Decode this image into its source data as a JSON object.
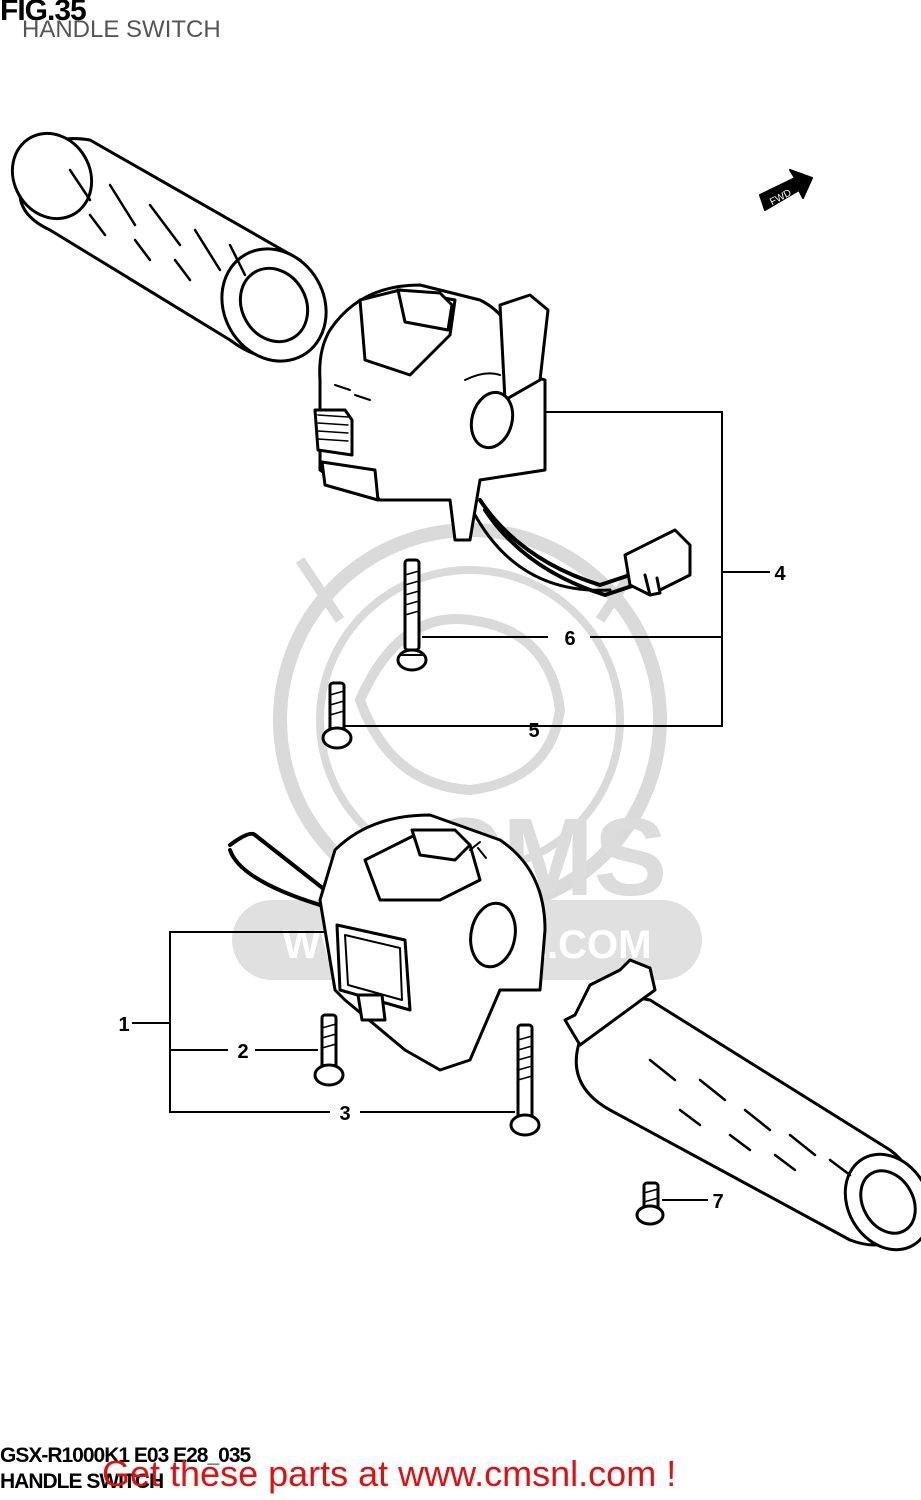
{
  "figure": {
    "number": "FIG.35",
    "title": "HANDLE SWITCH"
  },
  "fwd_label": "FWD",
  "watermark": {
    "brand": "CMS",
    "url": "WWW.CMSNL.COM"
  },
  "callouts": [
    {
      "id": "1",
      "label": "1"
    },
    {
      "id": "2",
      "label": "2"
    },
    {
      "id": "3",
      "label": "3"
    },
    {
      "id": "4",
      "label": "4"
    },
    {
      "id": "5",
      "label": "5"
    },
    {
      "id": "6",
      "label": "6"
    },
    {
      "id": "7",
      "label": "7"
    }
  ],
  "footer": {
    "model_code": "GSX-R1000K1 E03 E28_035",
    "model_title": "HANDLE SWITCH",
    "promo": "Get these parts at www.cmsnl.com !"
  },
  "colors": {
    "line": "#000000",
    "watermark": "#d8d8d8",
    "promo": "#e01010"
  }
}
